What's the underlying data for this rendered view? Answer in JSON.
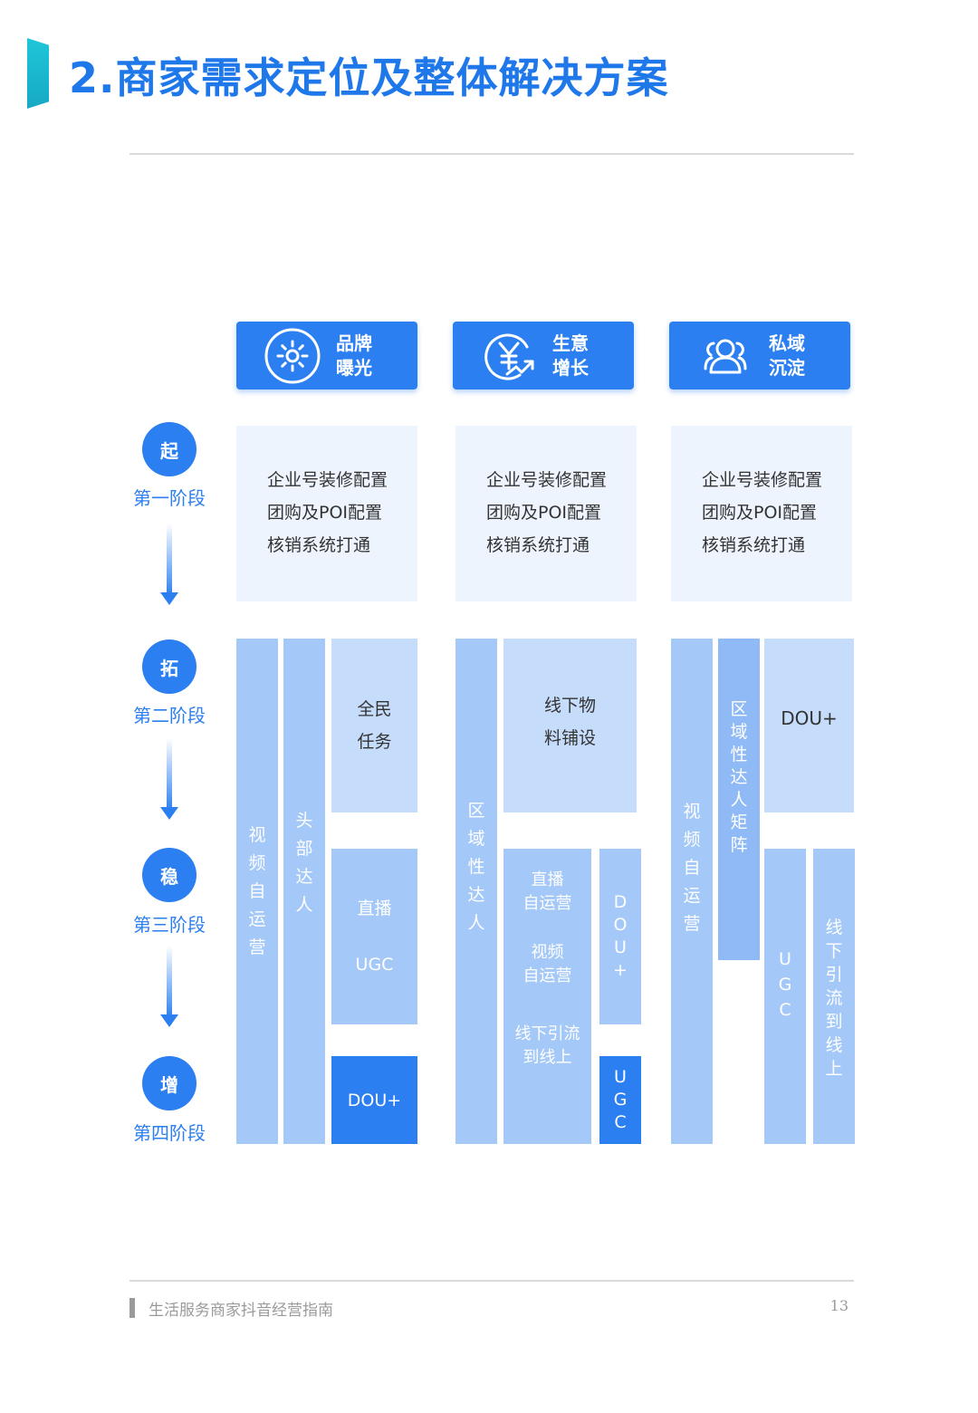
{
  "title": "2.商家需求定位及整体解决方案",
  "colors": {
    "accent": "#2b7ff0",
    "teal": "#1fc6d8",
    "block_light": "#a4c8f8",
    "block_pale": "#c6dcfb",
    "box_bg": "#eef4fd"
  },
  "columns": [
    {
      "label": "品牌曝光",
      "icon": "sun-icon"
    },
    {
      "label": "生意增长",
      "icon": "yuan-growth-icon"
    },
    {
      "label": "私域沉淀",
      "icon": "users-icon"
    }
  ],
  "stages": [
    {
      "badge": "起",
      "label": "第一阶段"
    },
    {
      "badge": "拓",
      "label": "第二阶段"
    },
    {
      "badge": "稳",
      "label": "第三阶段"
    },
    {
      "badge": "增",
      "label": "第四阶段"
    }
  ],
  "phase1": {
    "lines": [
      "企业号装修配置",
      "团购及POI配置",
      "核销系统打通"
    ]
  },
  "col1": {
    "video_self_ops": [
      "视",
      "频",
      "自",
      "运",
      "营"
    ],
    "top_influencer": [
      "头",
      "部",
      "达",
      "人"
    ],
    "all_people_task": [
      "全民",
      "任务"
    ],
    "live": "直播",
    "ugc": "UGC",
    "dou": "DOU+"
  },
  "col2": {
    "regional_influencer": [
      "区",
      "域",
      "性",
      "达",
      "人"
    ],
    "offline_material": [
      "线下物",
      "料铺设"
    ],
    "live_self_ops": [
      "直播",
      "自运营"
    ],
    "video_self_ops": [
      "视频",
      "自运营"
    ],
    "offline_to_online": [
      "线下引流",
      "到线上"
    ],
    "dou": [
      "D",
      "O",
      "U",
      "+"
    ],
    "ugc": [
      "U",
      "G",
      "C"
    ]
  },
  "col3": {
    "video_self_ops": [
      "视",
      "频",
      "自",
      "运",
      "营"
    ],
    "regional_matrix": [
      "区",
      "域",
      "性",
      "达",
      "人",
      "矩",
      "阵"
    ],
    "dou": "DOU+",
    "ugc": [
      "U",
      "G",
      "C"
    ],
    "offline_to_online": [
      "线",
      "下",
      "引",
      "流",
      "到",
      "线",
      "上"
    ]
  },
  "footer": {
    "text": "生活服务商家抖音经营指南",
    "page": "13"
  }
}
